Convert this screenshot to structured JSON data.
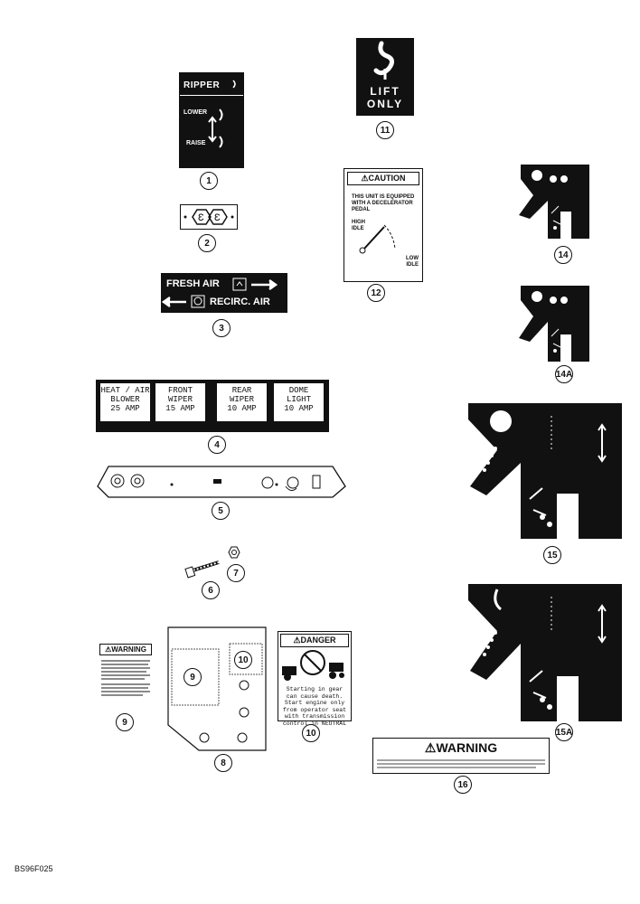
{
  "figure_code": "BS96F025",
  "callouts": {
    "c1": "1",
    "c2": "2",
    "c3": "3",
    "c4": "4",
    "c5": "5",
    "c6": "6",
    "c7": "7",
    "c8": "8",
    "c9": "9",
    "c10": "10",
    "c11": "11",
    "c12": "12",
    "c14": "14",
    "c14a": "14A",
    "c15": "15",
    "c15a": "15A",
    "c16": "16"
  },
  "decals": {
    "ripper": {
      "title": "RIPPER",
      "lower": "LOWER",
      "raise": "RAISE"
    },
    "air": {
      "fresh": "FRESH AIR",
      "recirc": "RECIRC. AIR"
    },
    "fuses": [
      {
        "l1": "HEAT / AIR",
        "l2": "BLOWER",
        "l3": "25 AMP"
      },
      {
        "l1": "FRONT",
        "l2": "WIPER",
        "l3": "15 AMP"
      },
      {
        "l1": "REAR",
        "l2": "WIPER",
        "l3": "10 AMP"
      },
      {
        "l1": "DOME",
        "l2": "LIGHT",
        "l3": "10 AMP"
      }
    ],
    "lift": {
      "l1": "LIFT",
      "l2": "ONLY"
    },
    "caution": {
      "title": "⚠CAUTION",
      "text": "THIS UNIT IS EQUIPPED WITH A DECELERATOR PEDAL",
      "high": "HIGH IDLE",
      "low": "LOW IDLE"
    },
    "danger": {
      "title": "⚠DANGER",
      "text": "Starting in gear can cause death. Start engine only from operator seat with transmission control in NEUTRAL"
    },
    "warning_small": {
      "title": "⚠WARNING"
    },
    "warning_large": {
      "title": "⚠WARNING"
    }
  }
}
